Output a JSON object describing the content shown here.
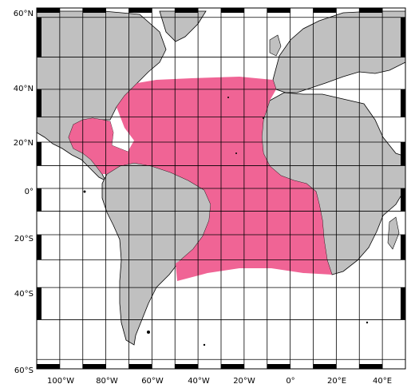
{
  "map": {
    "lat_labels": [
      "60°N",
      "40°N",
      "20°N",
      "0°",
      "20°S",
      "40°S",
      "60°S"
    ],
    "lon_labels": [
      "100°W",
      "80°W",
      "60°W",
      "40°W",
      "20°W",
      "0°",
      "20°E",
      "40°E"
    ],
    "lon_range": [
      -110,
      50
    ],
    "lat_range": [
      -62,
      62
    ],
    "grid_step_lon": 10,
    "grid_step_lat": 10,
    "colors": {
      "land": "#c0c0c0",
      "coast": "#000000",
      "ocean": "#ffffff",
      "highlight": "#f06495",
      "grid": "#000000"
    },
    "highlight_region": "Atlantic Ocean range",
    "frame_style": "alternating black/white checkered border"
  }
}
